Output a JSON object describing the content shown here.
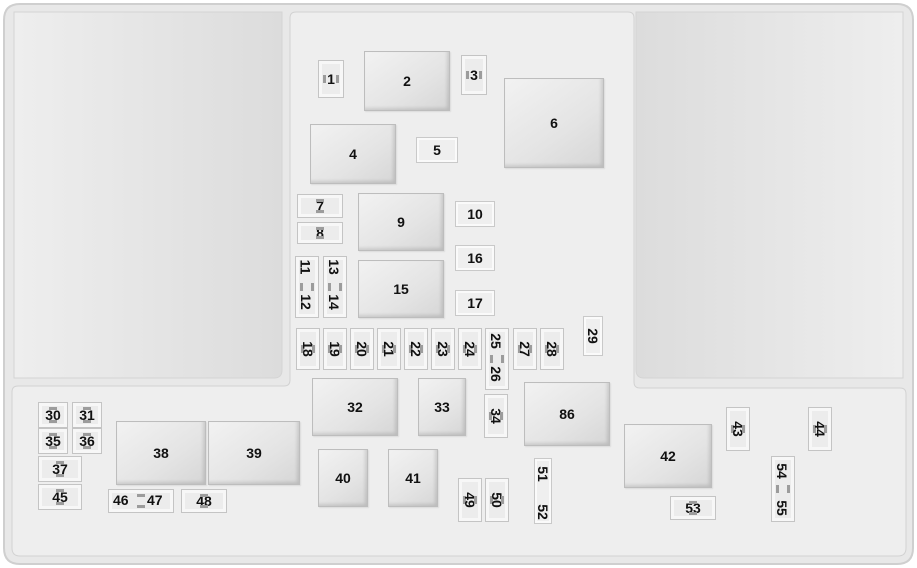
{
  "diagram": {
    "fuses": [
      {
        "id": "f1",
        "label": "1"
      },
      {
        "id": "f2",
        "label": "2"
      },
      {
        "id": "f3",
        "label": "3"
      },
      {
        "id": "f4",
        "label": "4"
      },
      {
        "id": "f5",
        "label": "5"
      },
      {
        "id": "f6",
        "label": "6"
      },
      {
        "id": "f7",
        "label": "7"
      },
      {
        "id": "f8",
        "label": "8"
      },
      {
        "id": "f9",
        "label": "9"
      },
      {
        "id": "f10",
        "label": "10"
      },
      {
        "id": "f11",
        "label": "11"
      },
      {
        "id": "f12",
        "label": "12"
      },
      {
        "id": "f13",
        "label": "13"
      },
      {
        "id": "f14",
        "label": "14"
      },
      {
        "id": "f15",
        "label": "15"
      },
      {
        "id": "f16",
        "label": "16"
      },
      {
        "id": "f17",
        "label": "17"
      },
      {
        "id": "f18",
        "label": "18"
      },
      {
        "id": "f19",
        "label": "19"
      },
      {
        "id": "f20",
        "label": "20"
      },
      {
        "id": "f21",
        "label": "21"
      },
      {
        "id": "f22",
        "label": "22"
      },
      {
        "id": "f23",
        "label": "23"
      },
      {
        "id": "f24",
        "label": "24"
      },
      {
        "id": "f25",
        "label": "25"
      },
      {
        "id": "f26",
        "label": "26"
      },
      {
        "id": "f27",
        "label": "27"
      },
      {
        "id": "f28",
        "label": "28"
      },
      {
        "id": "f29",
        "label": "29"
      },
      {
        "id": "f30",
        "label": "30"
      },
      {
        "id": "f31",
        "label": "31"
      },
      {
        "id": "f32",
        "label": "32"
      },
      {
        "id": "f33",
        "label": "33"
      },
      {
        "id": "f34",
        "label": "34"
      },
      {
        "id": "f35",
        "label": "35"
      },
      {
        "id": "f36",
        "label": "36"
      },
      {
        "id": "f37",
        "label": "37"
      },
      {
        "id": "f38",
        "label": "38"
      },
      {
        "id": "f39",
        "label": "39"
      },
      {
        "id": "f40",
        "label": "40"
      },
      {
        "id": "f41",
        "label": "41"
      },
      {
        "id": "f42",
        "label": "42"
      },
      {
        "id": "f43",
        "label": "43"
      },
      {
        "id": "f44",
        "label": "44"
      },
      {
        "id": "f45",
        "label": "45"
      },
      {
        "id": "f46",
        "label": "46"
      },
      {
        "id": "f47",
        "label": "47"
      },
      {
        "id": "f48",
        "label": "48"
      },
      {
        "id": "f49",
        "label": "49"
      },
      {
        "id": "f50",
        "label": "50"
      },
      {
        "id": "f51",
        "label": "51"
      },
      {
        "id": "f52",
        "label": "52"
      },
      {
        "id": "f53",
        "label": "53"
      },
      {
        "id": "f54",
        "label": "54"
      },
      {
        "id": "f55",
        "label": "55"
      },
      {
        "id": "f86",
        "label": "86"
      }
    ]
  }
}
